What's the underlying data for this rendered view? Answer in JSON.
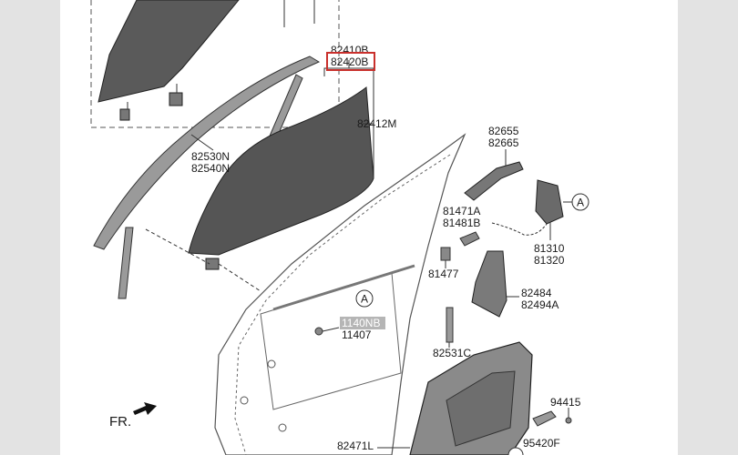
{
  "parts": {
    "p82410": "82410B",
    "p82420": "82420B",
    "p82412": "82412M",
    "p82530": "82530N",
    "p82540": "82540N",
    "p82655": "82655",
    "p82665": "82665",
    "p81471": "81471A",
    "p81481": "81481B",
    "p81310": "81310",
    "p81320": "81320",
    "p81477": "81477",
    "p82484": "82484",
    "p82494": "82494A",
    "p1140": "1140NB",
    "p11407": "11407",
    "p82531": "82531C",
    "p94415": "94415",
    "p95420": "95420F",
    "p82471": "82471L",
    "callout_a": "A",
    "front_marker": "FR."
  },
  "colors": {
    "glass": "#555555",
    "glass_dark": "#444444",
    "highlight": "#c9302c",
    "line": "#333333",
    "gray_label_bg": "#b5b5b5"
  }
}
